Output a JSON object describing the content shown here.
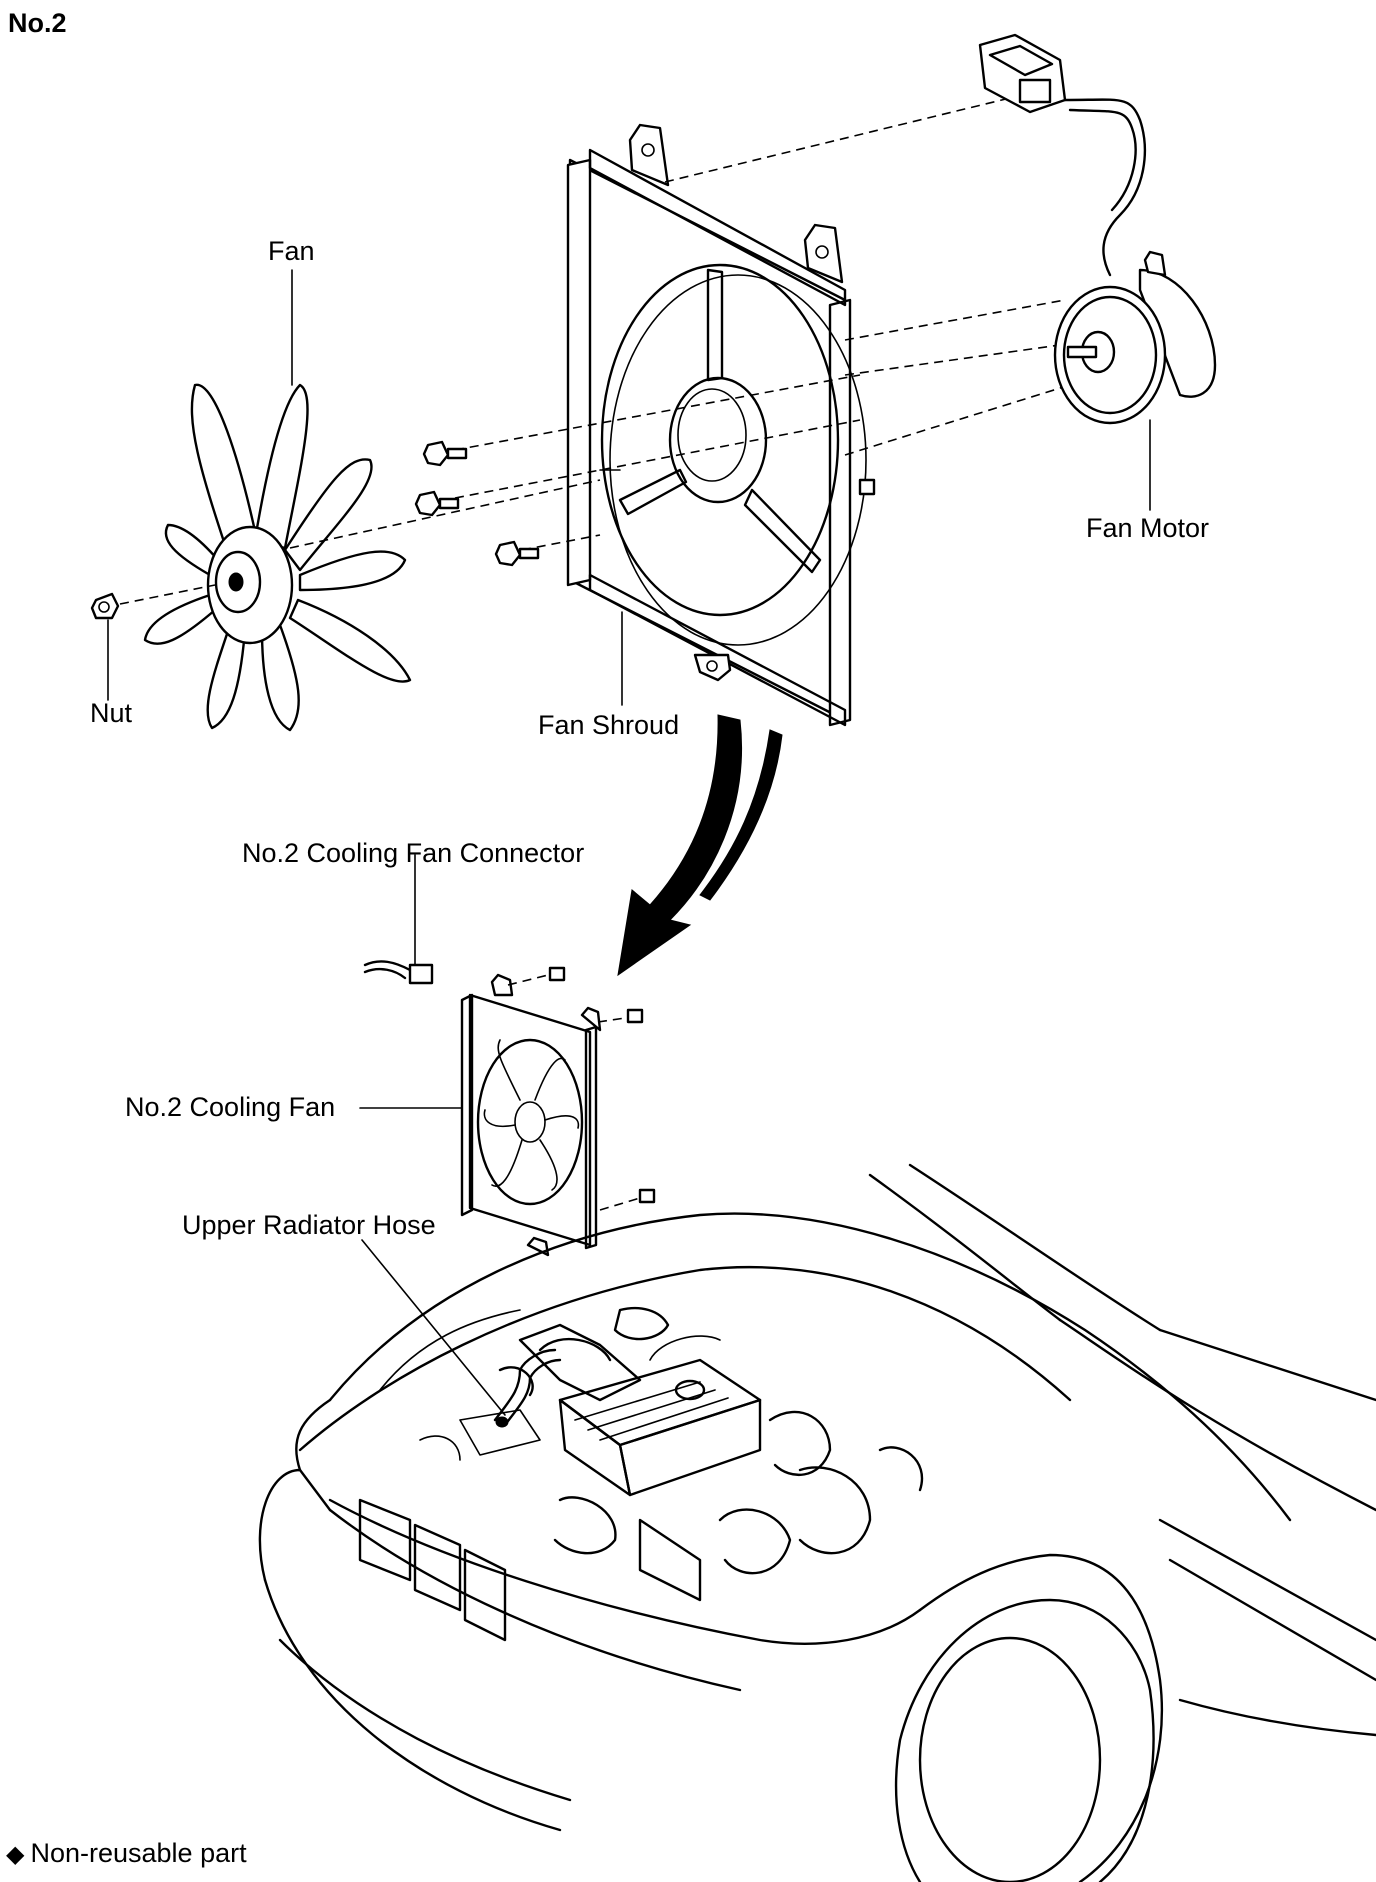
{
  "page_number": "No.2",
  "labels": {
    "fan": "Fan",
    "nut": "Nut",
    "fan_shroud": "Fan Shroud",
    "fan_motor": "Fan Motor",
    "cooling_fan_connector": "No.2 Cooling Fan Connector",
    "cooling_fan": "No.2 Cooling Fan",
    "upper_radiator_hose": "Upper Radiator Hose"
  },
  "legend": {
    "symbol": "◆",
    "text": "Non-reusable part"
  }
}
